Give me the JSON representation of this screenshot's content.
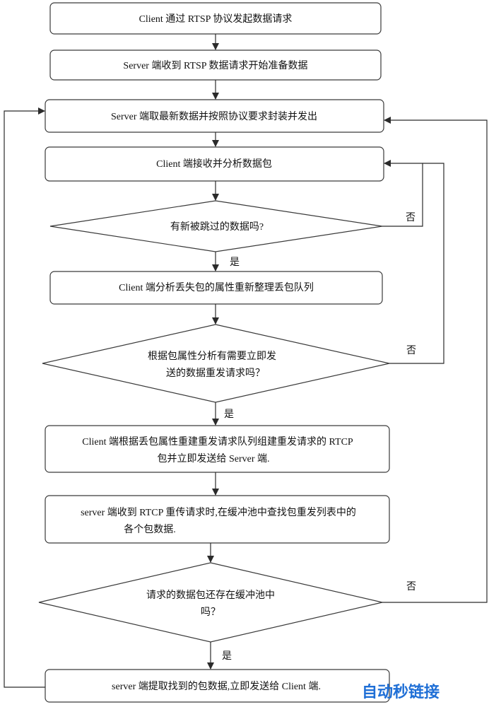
{
  "nodes": {
    "step1": "Client 通过 RTSP 协议发起数据请求",
    "step2": "Server 端收到 RTSP 数据请求开始准备数据",
    "step3": "Server 端取最新数据并按照协议要求封装并发出",
    "step4": "Client 端接收并分析数据包",
    "decision1": "有新被跳过的数据吗?",
    "step5": "Client 端分析丢失包的属性重新整理丢包队列",
    "decision2_line1": "根据包属性分析有需要立即发",
    "decision2_line2": "送的数据重发请求吗？",
    "step6_line1": "Client 端根据丢包属性重建重发请求队列组建重发请求的 RTCP",
    "step6_line2": "包并立即发送给 Server 端.",
    "step7_line1": "server 端收到 RTCP 重传请求时,在缓冲池中查找包重发列表中的",
    "step7_line2": "各个包数据.",
    "decision3_line1": "请求的数据包还存在缓冲池中",
    "decision3_line2": "吗？",
    "step8": "server 端提取找到的包数据,立即发送给 Client 端."
  },
  "branches": {
    "yes": "是",
    "no": "否"
  },
  "watermark": {
    "text": "自动秒链接",
    "color": "#1f6fd6",
    "icon": "circle-logo-icon"
  },
  "colors": {
    "stroke": "#3a3a3a",
    "background": "#ffffff"
  }
}
